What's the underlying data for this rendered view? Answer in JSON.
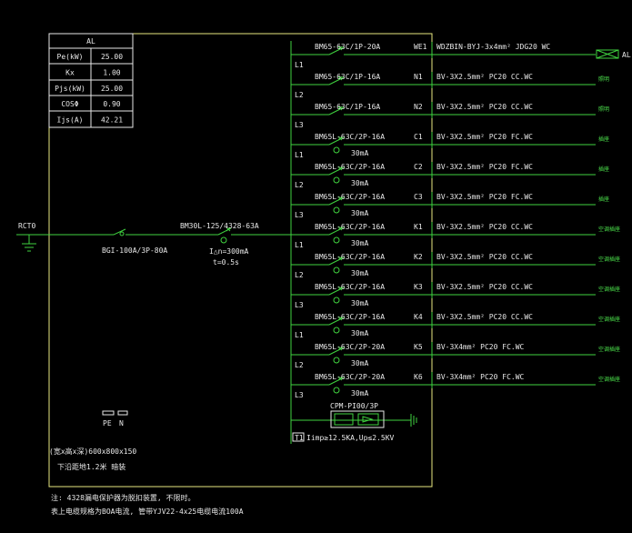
{
  "panel": {
    "name": "AL",
    "params": [
      {
        "label": "Pe(kW)",
        "value": "25.00"
      },
      {
        "label": "Kx",
        "value": "1.00"
      },
      {
        "label": "Pjs(kW)",
        "value": "25.00"
      },
      {
        "label": "COSΦ",
        "value": "0.90"
      },
      {
        "label": "Ijs(A)",
        "value": "42.21"
      }
    ],
    "incoming": "RCT0",
    "isolator": "BGI-100A/3P-80A",
    "main_breaker": "BM30L-125/4328-63A",
    "leak_current": "I△n=300mA",
    "leak_time": "t=0.5s",
    "pe_label": "PE",
    "n_label": "N",
    "enclosure_size": "(宽x高x深)600x800x150",
    "install_note": "下沿距地1.2米  暗装",
    "spd_label": "CPM-PI00/3P",
    "spd_param": "Iimp≥12.5KA,Up≤2.5KV",
    "spd_tag": "T1",
    "outgoing_tag": "AL",
    "notes": [
      "注: 4328漏电保护器为脱扣装置, 不限时。",
      "表上电缆规格为BOA电流, 管带YJV22-4x25电缆电流100A"
    ]
  },
  "circuits": [
    {
      "phase": "L1",
      "breaker": "BM65-63C/1P-20A",
      "rcd": "",
      "id": "WE1",
      "cable": "WDZBIN-BYJ-3x4mm² JDG20 WC",
      "use": ""
    },
    {
      "phase": "L2",
      "breaker": "BM65-63C/1P-16A",
      "rcd": "",
      "id": "N1",
      "cable": "BV-3X2.5mm² PC20 CC.WC",
      "use": "照明"
    },
    {
      "phase": "L3",
      "breaker": "BM65-63C/1P-16A",
      "rcd": "",
      "id": "N2",
      "cable": "BV-3X2.5mm² PC20 CC.WC",
      "use": "照明"
    },
    {
      "phase": "L1",
      "breaker": "BM65L-63C/2P-16A",
      "rcd": "30mA",
      "id": "C1",
      "cable": "BV-3X2.5mm² PC20 FC.WC",
      "use": "插座"
    },
    {
      "phase": "L2",
      "breaker": "BM65L-63C/2P-16A",
      "rcd": "30mA",
      "id": "C2",
      "cable": "BV-3X2.5mm² PC20 FC.WC",
      "use": "插座"
    },
    {
      "phase": "L3",
      "breaker": "BM65L-63C/2P-16A",
      "rcd": "30mA",
      "id": "C3",
      "cable": "BV-3X2.5mm² PC20 FC.WC",
      "use": "插座"
    },
    {
      "phase": "L1",
      "breaker": "BM65L-63C/2P-16A",
      "rcd": "30mA",
      "id": "K1",
      "cable": "BV-3X2.5mm² PC20 CC.WC",
      "use": "空调插座"
    },
    {
      "phase": "L2",
      "breaker": "BM65L-63C/2P-16A",
      "rcd": "30mA",
      "id": "K2",
      "cable": "BV-3X2.5mm² PC20 CC.WC",
      "use": "空调插座"
    },
    {
      "phase": "L3",
      "breaker": "BM65L-63C/2P-16A",
      "rcd": "30mA",
      "id": "K3",
      "cable": "BV-3X2.5mm² PC20 CC.WC",
      "use": "空调插座"
    },
    {
      "phase": "L1",
      "breaker": "BM65L-63C/2P-16A",
      "rcd": "30mA",
      "id": "K4",
      "cable": "BV-3X2.5mm² PC20 CC.WC",
      "use": "空调插座"
    },
    {
      "phase": "L2",
      "breaker": "BM65L-63C/2P-20A",
      "rcd": "30mA",
      "id": "K5",
      "cable": "BV-3X4mm² PC20 FC.WC",
      "use": "空调插座"
    },
    {
      "phase": "L3",
      "breaker": "BM65L-63C/2P-20A",
      "rcd": "30mA",
      "id": "K6",
      "cable": "BV-3X4mm² PC20 FC.WC",
      "use": "空调插座"
    }
  ]
}
